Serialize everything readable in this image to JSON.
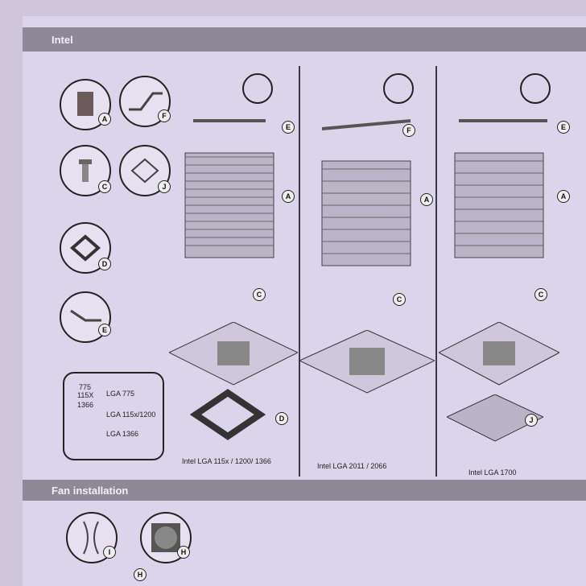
{
  "sections": {
    "intel": "Intel",
    "fan": "Fan installation"
  },
  "parts": {
    "A": "A",
    "F": "F",
    "C": "C",
    "J": "J",
    "D": "D",
    "E": "E",
    "I": "I",
    "H": "H"
  },
  "inset": {
    "socket_marks": [
      "775",
      "115X",
      "1366"
    ],
    "labels": [
      "LGA 775",
      "LGA 115x/1200",
      "LGA 1366"
    ]
  },
  "captions": [
    "Intel LGA 115x / 1200/ 1366",
    "Intel LGA 2011 / 2066",
    "Intel LGA 1700"
  ]
}
